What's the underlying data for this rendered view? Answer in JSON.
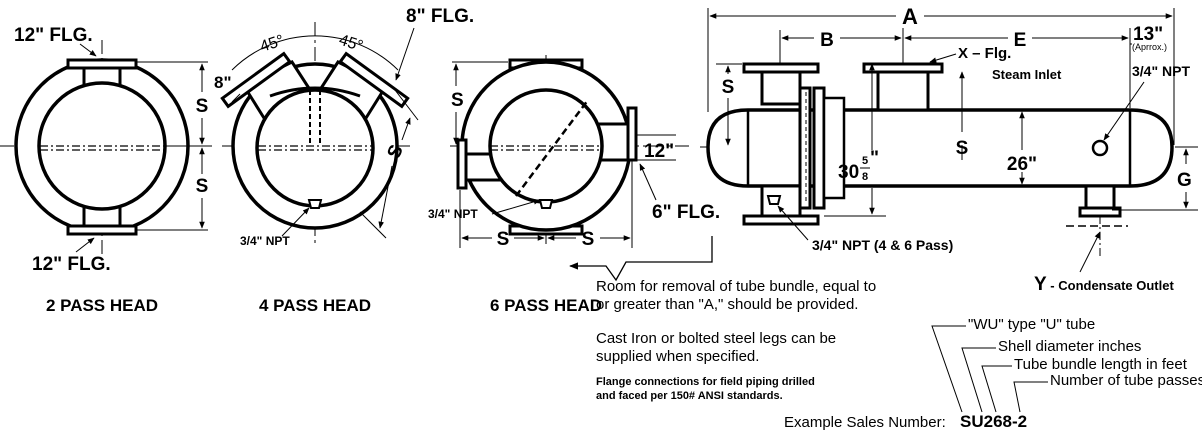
{
  "views": {
    "two_pass": {
      "title": "2 PASS HEAD",
      "top_flange": "12\" FLG.",
      "bottom_flange": "12\" FLG.",
      "dim_s_upper": "S",
      "dim_s_lower": "S"
    },
    "four_pass": {
      "title": "4 PASS HEAD",
      "angle_left": "45°",
      "angle_right": "45°",
      "flange_right": "8\" FLG.",
      "flange_left": "8\"",
      "dim_s": "S",
      "npt": "3/4\" NPT"
    },
    "six_pass": {
      "title": "6 PASS HEAD",
      "dim_s_vertical": "S",
      "dim_12": "12\"",
      "flange": "6\" FLG.",
      "npt": "3/4\" NPT",
      "dim_s_left": "S",
      "dim_s_right": "S"
    },
    "side_view": {
      "dim_a": "A",
      "dim_b": "B",
      "dim_e": "E",
      "dim_13": "13\"",
      "approx": "(Aprrox.)",
      "x_flange": "X – Flg.",
      "steam_inlet": "Steam Inlet",
      "npt_top": "3/4\" NPT",
      "dim_s_left": "S",
      "dim_s_mid": "S",
      "dim_30_whole": "30",
      "dim_30_num": "5",
      "dim_30_den": "8",
      "dim_30_inch": "\"",
      "dim_26": "26\"",
      "dim_g": "G",
      "npt_bottom": "3/4\" NPT (4 & 6 Pass)",
      "y_letter": "Y",
      "condensate_outlet": " - Condensate Outlet"
    }
  },
  "notes": {
    "removal_line1": "Room for removal of tube bundle, equal to",
    "removal_line2": "or greater than \"A,\" should be provided.",
    "legs_line1": "Cast Iron or bolted steel legs can be",
    "legs_line2": "supplied when specified.",
    "flange_line1": "Flange connections for field piping drilled",
    "flange_line2": "and faced per 150# ANSI standards."
  },
  "sales_code": {
    "labels": [
      "\"WU\" type \"U\" tube",
      "Shell diameter inches",
      "Tube bundle length in feet",
      "Number of tube passes"
    ],
    "example_label": "Example Sales Number:",
    "example_value": "SU268-2"
  }
}
